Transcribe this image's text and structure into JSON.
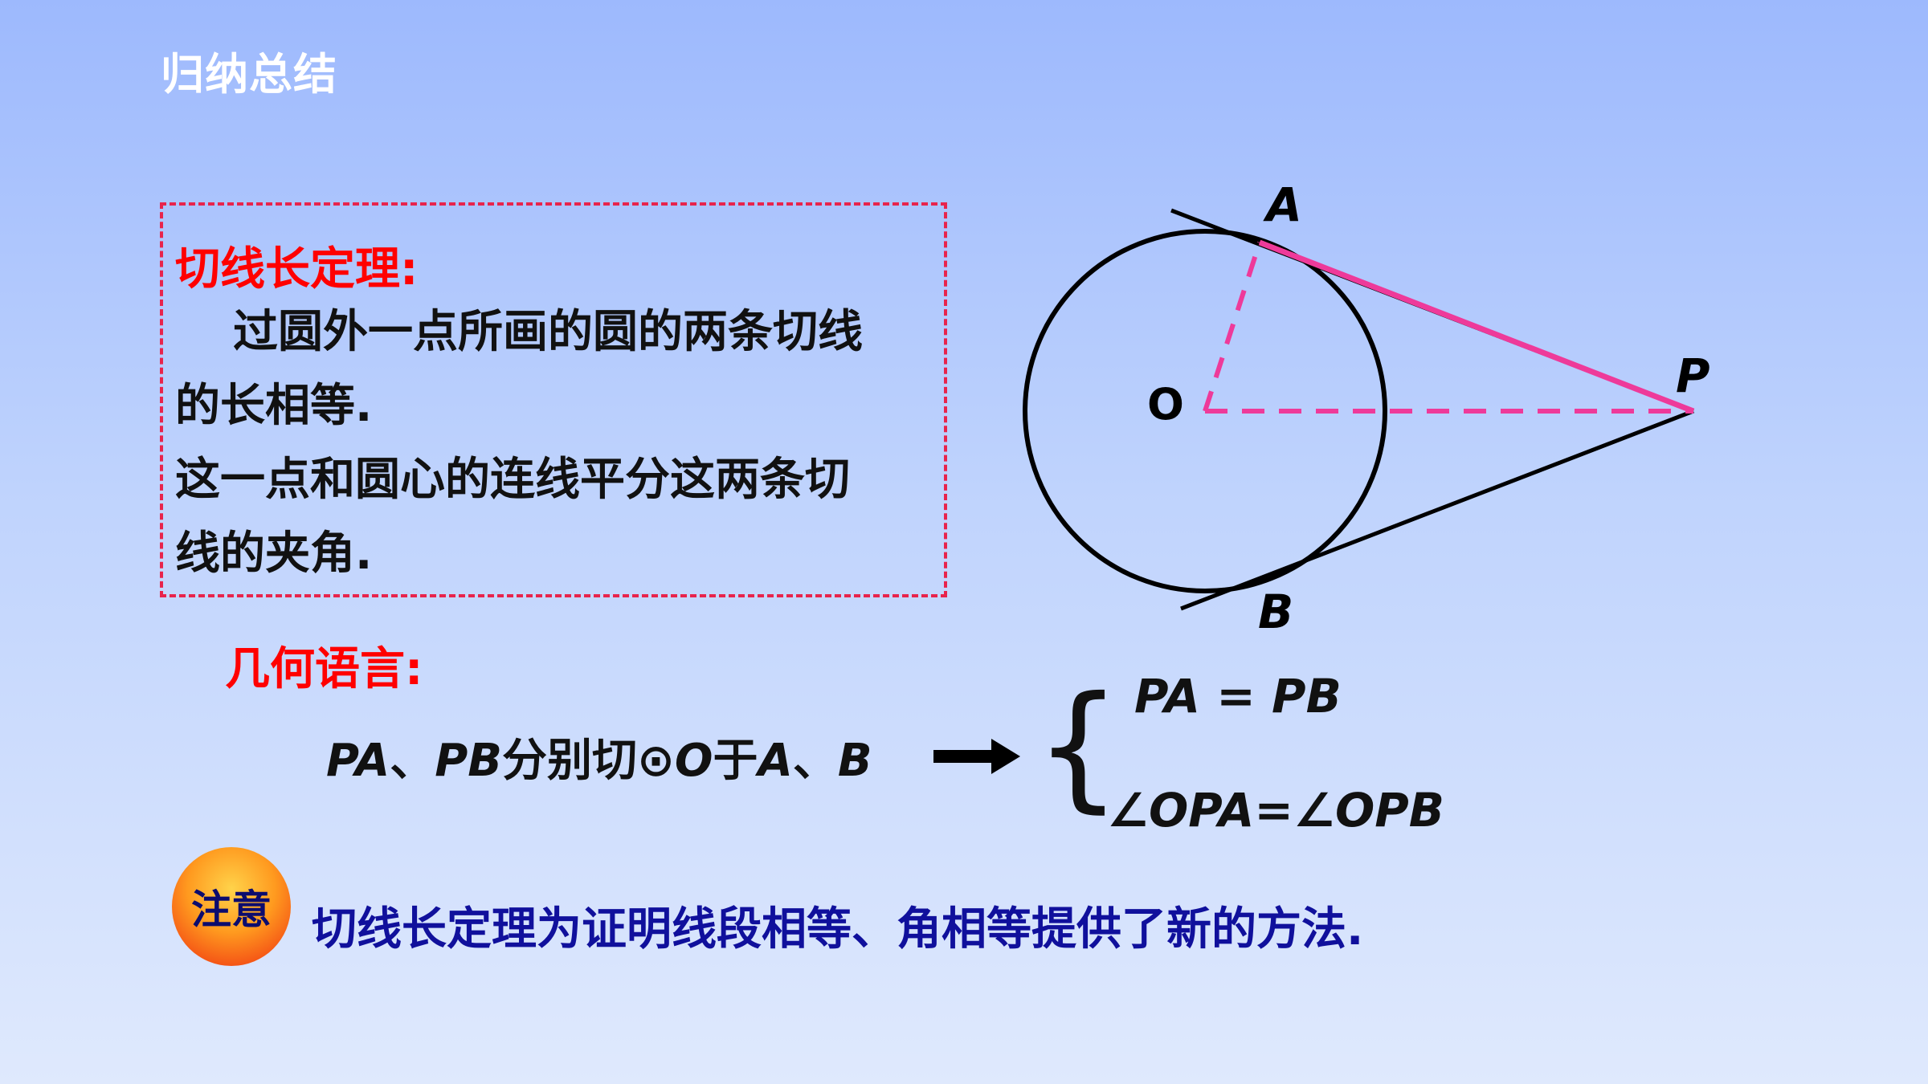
{
  "header": {
    "title": "归纳总结"
  },
  "theorem": {
    "title": "切线长定理:",
    "line1": "过圆外一点所画的圆的两条切线",
    "line2": "的长相等.",
    "line3": "这一点和圆心的连线平分这两条切",
    "line4": "线的夹角."
  },
  "diagram": {
    "label_a": "A",
    "label_b": "B",
    "label_p": "P",
    "label_o": "O",
    "colors": {
      "circle": "#000000",
      "tangent": "#000000",
      "pa_highlight": "#ee3a9a",
      "dashed": "#ee3a9a"
    }
  },
  "geometry": {
    "title": "几何语言:",
    "premise": {
      "pa": "PA",
      "sep1": "、",
      "pb": "PB",
      "middle": "分别切⊙",
      "o": "O",
      "yu": "于",
      "a": "A",
      "sep2": "、",
      "b": "B"
    },
    "result1": "PA =   PB",
    "result2": "∠OPA=∠OPB"
  },
  "note": {
    "badge": "注意",
    "text": "切线长定理为证明线段相等、角相等提供了新的方法."
  }
}
